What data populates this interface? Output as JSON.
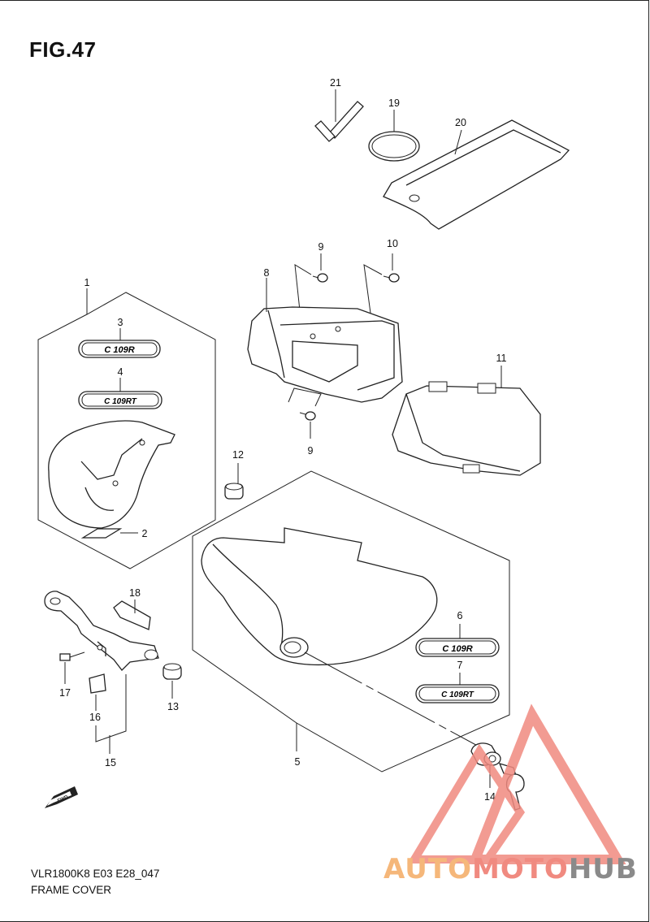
{
  "figure": {
    "title": "FIG.47",
    "code": "VLR1800K8 E03 E28_047",
    "name": "FRAME COVER"
  },
  "callouts": [
    "1",
    "2",
    "3",
    "4",
    "5",
    "6",
    "7",
    "8",
    "9",
    "9",
    "10",
    "11",
    "12",
    "13",
    "14",
    "15",
    "16",
    "17",
    "18",
    "19",
    "20",
    "21"
  ],
  "emblems": {
    "c109r": "C 109R",
    "c109rt": "C 109RT"
  },
  "fwd_label": "FWD",
  "watermark": {
    "part1": "AUTO",
    "part2": "MOTO",
    "part3": "HUB",
    "color_orange": "#f5b77a",
    "color_red": "#f08a80",
    "color_gray": "#8a8a8a"
  }
}
